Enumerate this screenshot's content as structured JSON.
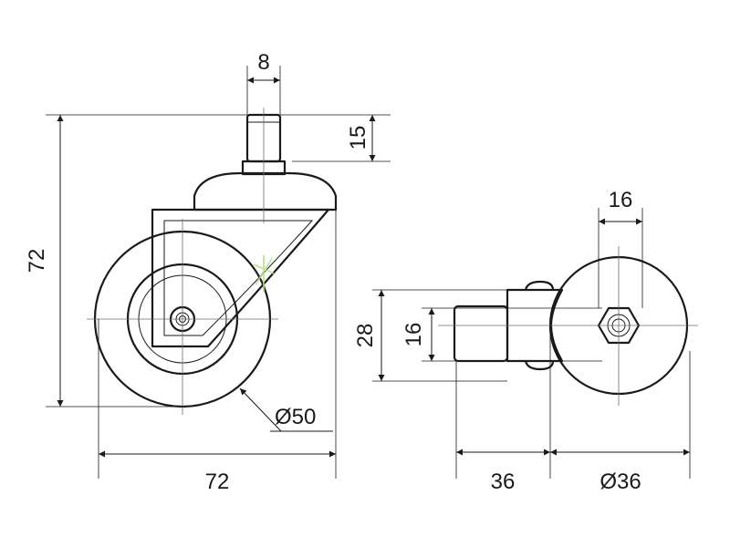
{
  "dimensions": {
    "stem_width": "8",
    "stem_height": "15",
    "total_height": "72",
    "wheel_diameter": "Ø50",
    "total_length": "72",
    "axle_width": "16",
    "outer_width": "28",
    "inner_width": "16",
    "hub_length": "36",
    "wheel_side_diameter": "Ø36"
  },
  "colors": {
    "line": "#1a1a1a",
    "centerline": "#6d6d6d",
    "watermark": "#b8dc8a"
  }
}
